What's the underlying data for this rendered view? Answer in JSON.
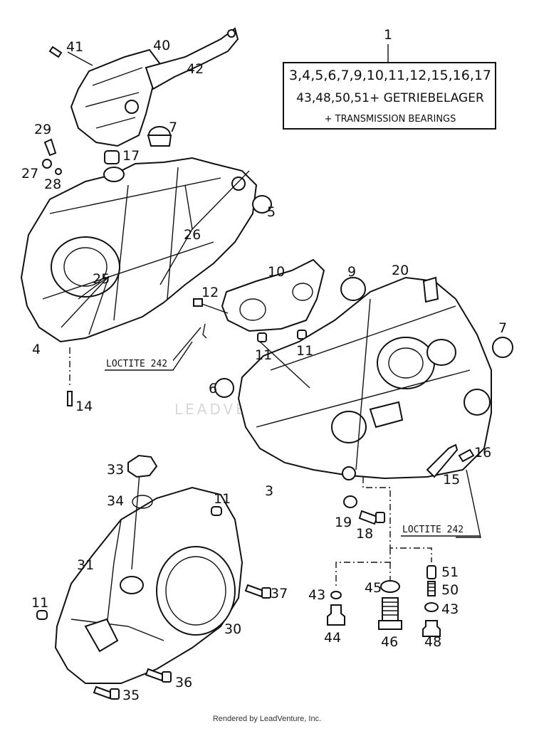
{
  "callouts": {
    "c1": "1",
    "c3": "3",
    "c4": "4",
    "c5": "5",
    "c6": "6",
    "c7a": "7",
    "c7b": "7",
    "c9": "9",
    "c10": "10",
    "c11a": "11",
    "c11b": "11",
    "c11c": "11",
    "c11d": "11",
    "c12": "12",
    "c14": "14",
    "c15": "15",
    "c16": "16",
    "c17": "17",
    "c18": "18",
    "c19": "19",
    "c20": "20",
    "c25": "25",
    "c26": "26",
    "c27": "27",
    "c28": "28",
    "c29": "29",
    "c30": "30",
    "c31": "31",
    "c33": "33",
    "c34": "34",
    "c35": "35",
    "c36": "36",
    "c37": "37",
    "c40": "40",
    "c41": "41",
    "c42": "42",
    "c43a": "43",
    "c43b": "43",
    "c44": "44",
    "c45": "45",
    "c46": "46",
    "c48": "48",
    "c50": "50",
    "c51": "51"
  },
  "kit_box": {
    "line1": "3,4,5,6,7,9,10,11,12,15,16,17",
    "line2": "43,48,50,51+ GETRIEBELAGER",
    "line3": "+ TRANSMISSION BEARINGS"
  },
  "notes": {
    "loctite_left": "LOCTITE 242",
    "loctite_right": "LOCTITE 242"
  },
  "watermark": "LEADVENTURE",
  "footer": "Rendered by LeadVenture, Inc."
}
